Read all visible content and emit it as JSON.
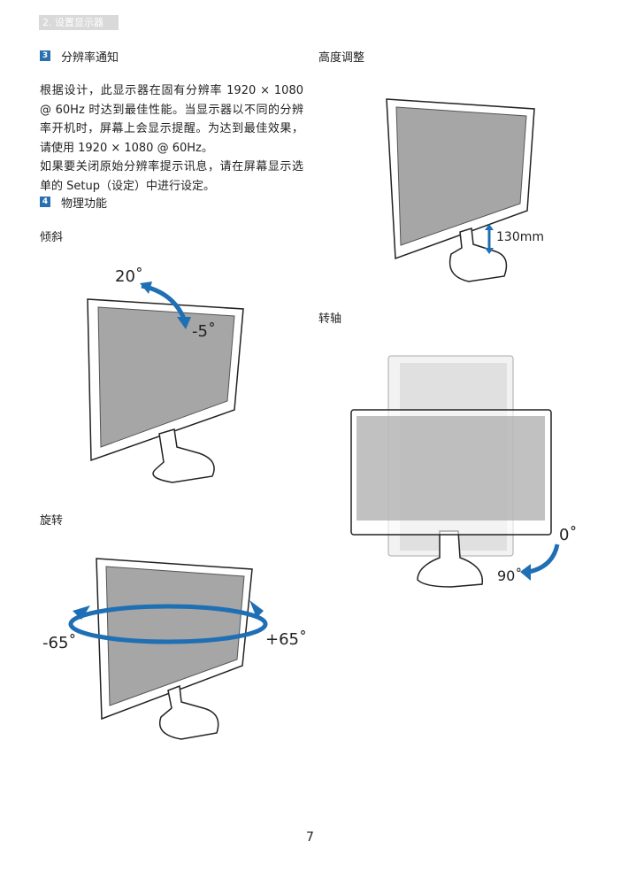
{
  "header": {
    "section_tag": "2. 设置显示器"
  },
  "left": {
    "s3": {
      "num": "3",
      "title": "分辨率通知"
    },
    "paragraph": [
      "根据设计，此显示器在固有分辨率 1920 × 1080 @ 60Hz 时达到最佳性能。当显示器以不同的分辨率开机时，屏幕上会显示提醒。为达到最佳效果，请使用 1920 × 1080 @ 60Hz。",
      "如果要关闭原始分辨率提示讯息，请在屏幕显示选单的 Setup（设定）中进行设定。"
    ],
    "s4": {
      "num": "4",
      "title": "物理功能"
    },
    "tilt": {
      "label": "倾斜",
      "up": "20˚",
      "down": "-5˚"
    },
    "swivel": {
      "label": "旋转",
      "left": "-65˚",
      "right": "+65˚"
    }
  },
  "right": {
    "height": {
      "label": "高度调整",
      "value": "130mm"
    },
    "pivot": {
      "label": "转轴",
      "a": "0˚",
      "b": "90˚"
    }
  },
  "footer": {
    "page": "7"
  },
  "colors": {
    "accent": "#1f6fb5",
    "screen": "#a6a6a6"
  }
}
